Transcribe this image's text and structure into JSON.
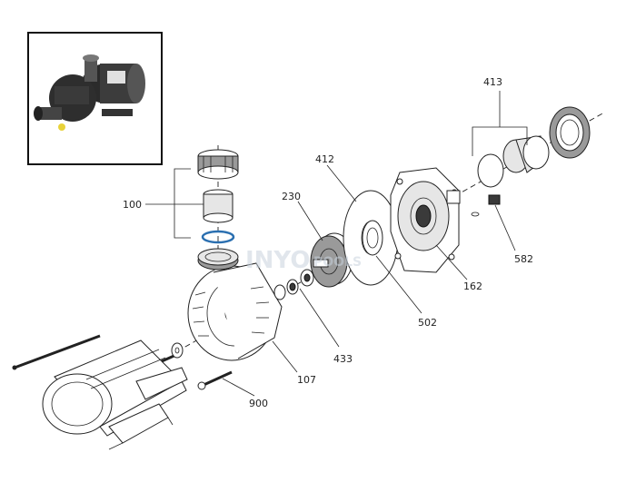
{
  "watermark": {
    "brand": "INYO",
    "suffix": "POOLS"
  },
  "callouts": {
    "p100": "100",
    "p230": "230",
    "p412": "412",
    "p413": "413",
    "p582": "582",
    "p162": "162",
    "p502": "502",
    "p433": "433",
    "p107": "107",
    "p900": "900"
  },
  "colors": {
    "line": "#222222",
    "photo_bg": "#ffffff",
    "part_dark": "#3a3a3a",
    "fitting_yellow": "#e8d23a"
  }
}
